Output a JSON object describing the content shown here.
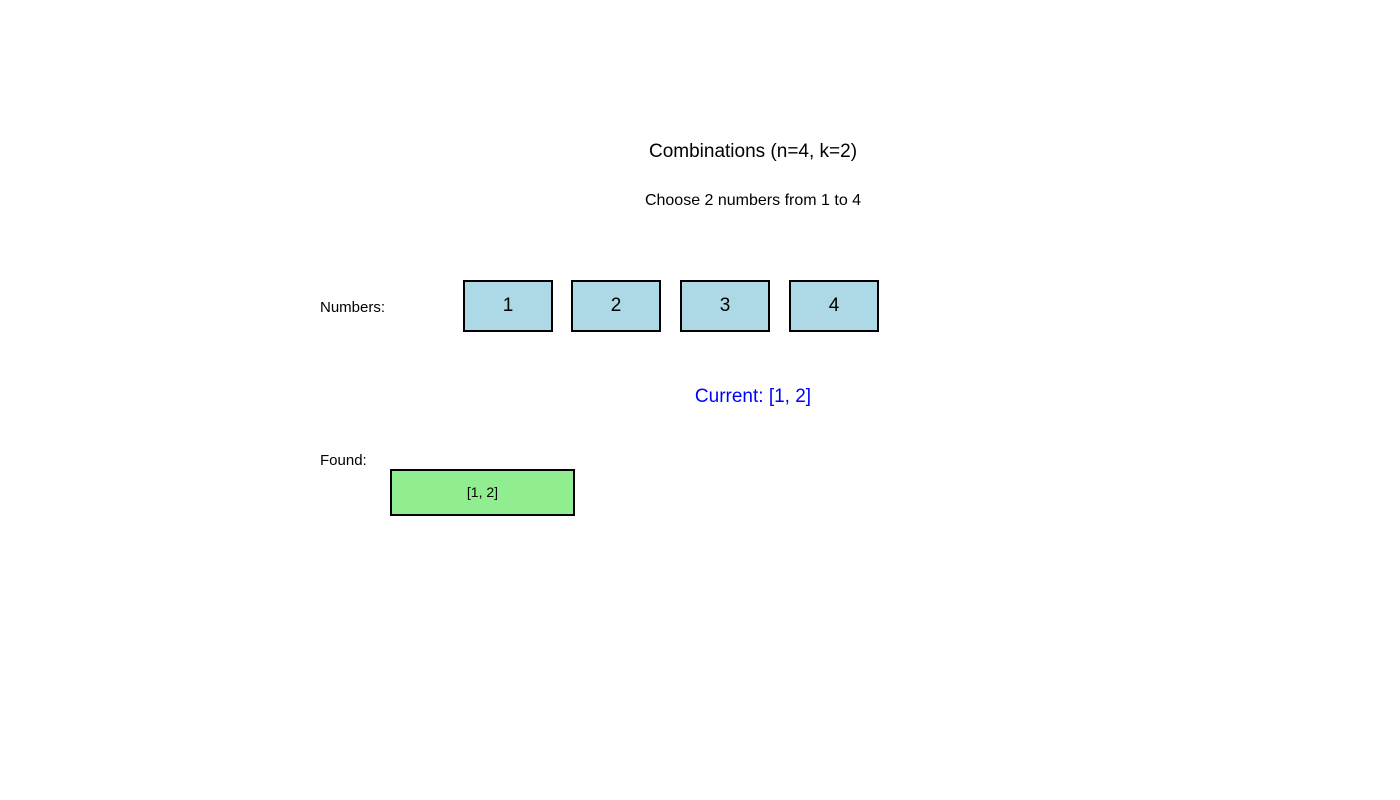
{
  "header": {
    "title": "Combinations (n=4, k=2)",
    "subtitle": "Choose 2 numbers from 1 to 4"
  },
  "numbers_row": {
    "label": "Numbers:",
    "items": [
      {
        "value": "1"
      },
      {
        "value": "2"
      },
      {
        "value": "3"
      },
      {
        "value": "4"
      }
    ],
    "box_fill_color": "#ADD8E6",
    "box_border_color": "#000000"
  },
  "current": {
    "text": "Current: [1, 2]",
    "text_color": "#0000FF"
  },
  "found": {
    "label": "Found:",
    "items": [
      {
        "value": "[1, 2]"
      }
    ],
    "box_fill_color": "#90EE90",
    "box_border_color": "#000000"
  },
  "canvas": {
    "background_color": "#ffffff"
  }
}
